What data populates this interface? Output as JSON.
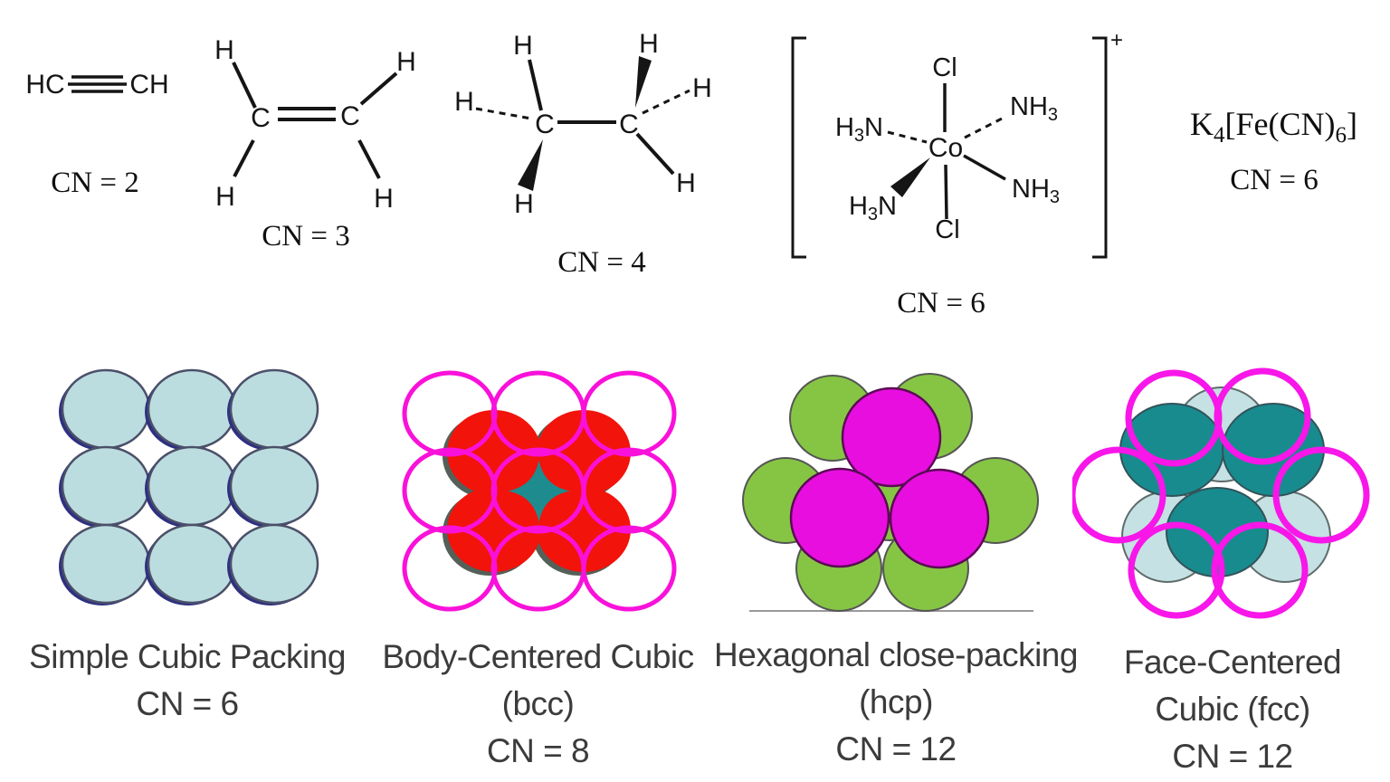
{
  "figure": {
    "background": "#ffffff",
    "top_row": {
      "acetylene": {
        "left_group": "HC",
        "right_group": "CH",
        "cn_label": "CN = 2"
      },
      "ethylene": {
        "carbon_label": "C",
        "hydrogen_label": "H",
        "cn_label": "CN = 3"
      },
      "ethane": {
        "carbon_label": "C",
        "hydrogen_label": "H",
        "cn_label": "CN = 4"
      },
      "cobalt_complex": {
        "metal_label": "Co",
        "chloro_label": "Cl",
        "ammine_left_h": "H",
        "ammine_left_sub": "3",
        "ammine_left_n": "N",
        "ammine_right_nh": "NH",
        "ammine_right_sub": "3",
        "charge_label": "+",
        "cn_label": "CN = 6"
      },
      "ferrocyanide": {
        "part1": "K",
        "sub1": "4",
        "part2": "[Fe(CN)",
        "sub2": "6",
        "part3": "]",
        "cn_label": "CN = 6"
      }
    },
    "bottom_row": {
      "simple_cubic": {
        "title": "Simple Cubic Packing",
        "cn_label": "CN = 6",
        "sphere_color": "#bcdde0",
        "shadow_color": "#2e3180"
      },
      "bcc": {
        "title": "Body-Centered Cubic",
        "subtitle": "(bcc)",
        "cn_label": "CN = 8",
        "corner_ring_color": "#f911da",
        "center_sphere_color": "#f2130b",
        "void_color": "#1e8c8e"
      },
      "hcp": {
        "title": "Hexagonal close-packing",
        "subtitle": "(hcp)",
        "cn_label": "CN = 12",
        "base_layer_color": "#86c544",
        "top_layer_color": "#e80ee0"
      },
      "fcc": {
        "title_line1": "Face-Centered",
        "title_line2": "Cubic (fcc)",
        "cn_label": "CN = 12",
        "back_layer_color": "#c5e1e3",
        "front_layer_color": "#188b8e",
        "ring_color": "#f816e9"
      }
    }
  }
}
